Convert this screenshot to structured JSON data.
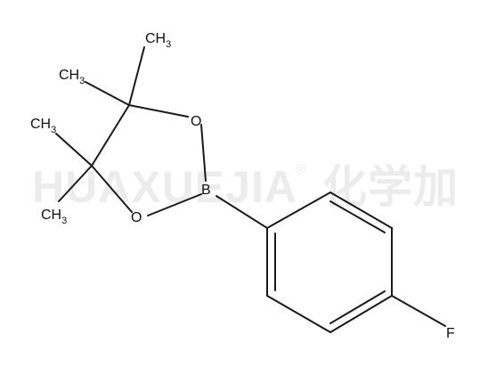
{
  "watermark": {
    "latin": "HUAXUEJIA",
    "registered": "®",
    "chinese": "化学加"
  },
  "atoms": {
    "boron": "B",
    "oxygen_top": "O",
    "oxygen_bottom": "O",
    "fluorine": "F",
    "methyl_1": {
      "main": "CH",
      "sub": "3"
    },
    "methyl_2": {
      "main": "CH",
      "sub": "3"
    },
    "methyl_3": {
      "main": "CH",
      "sub": "3"
    },
    "methyl_4": {
      "main": "CH",
      "sub": "3"
    }
  },
  "colors": {
    "bond": "#1a1a1a",
    "text": "#111111",
    "watermark": "#ececec"
  }
}
